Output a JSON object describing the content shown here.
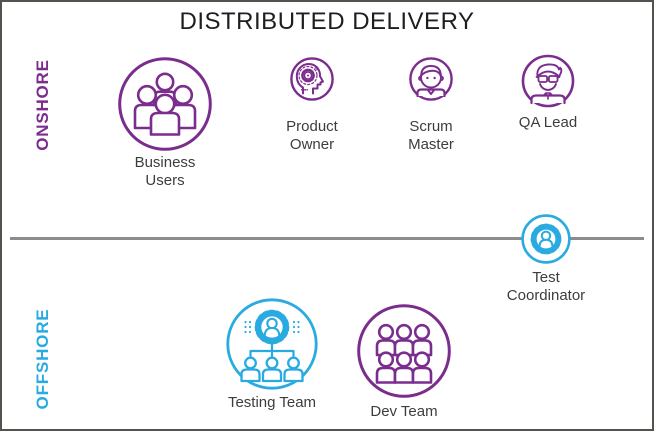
{
  "title": "DISTRIBUTED DELIVERY",
  "zones": {
    "onshore": {
      "label": "ONSHORE",
      "color": "#7b2d8e"
    },
    "offshore": {
      "label": "OFFSHORE",
      "color": "#29abe2"
    }
  },
  "divider": {
    "color": "#8c8c8c"
  },
  "palette": {
    "purple": "#7b2d8e",
    "blue": "#29abe2",
    "title_text": "#1e1e1e",
    "label_text": "#3d3d3d",
    "border": "#54524c"
  },
  "roles": {
    "business_users": {
      "label": "Business Users",
      "zone": "onshore",
      "icon": "business-users-group-icon",
      "color": "#7b2d8e"
    },
    "product_owner": {
      "label": "Product Owner",
      "zone": "onshore",
      "icon": "head-gear-idea-icon",
      "color": "#7b2d8e"
    },
    "scrum_master": {
      "label": "Scrum Master",
      "zone": "onshore",
      "icon": "person-face-icon",
      "color": "#7b2d8e"
    },
    "qa_lead": {
      "label": "QA Lead",
      "zone": "onshore",
      "icon": "person-glasses-icon",
      "color": "#7b2d8e"
    },
    "test_coordinator": {
      "label": "Test Coordinator",
      "zone": "boundary",
      "icon": "gear-person-icon",
      "color": "#29abe2"
    },
    "testing_team": {
      "label": "Testing Team",
      "zone": "offshore",
      "icon": "gear-person-org-team-icon",
      "color": "#29abe2"
    },
    "dev_team": {
      "label": "Dev Team",
      "zone": "offshore",
      "icon": "six-people-group-icon",
      "color": "#7b2d8e"
    }
  }
}
